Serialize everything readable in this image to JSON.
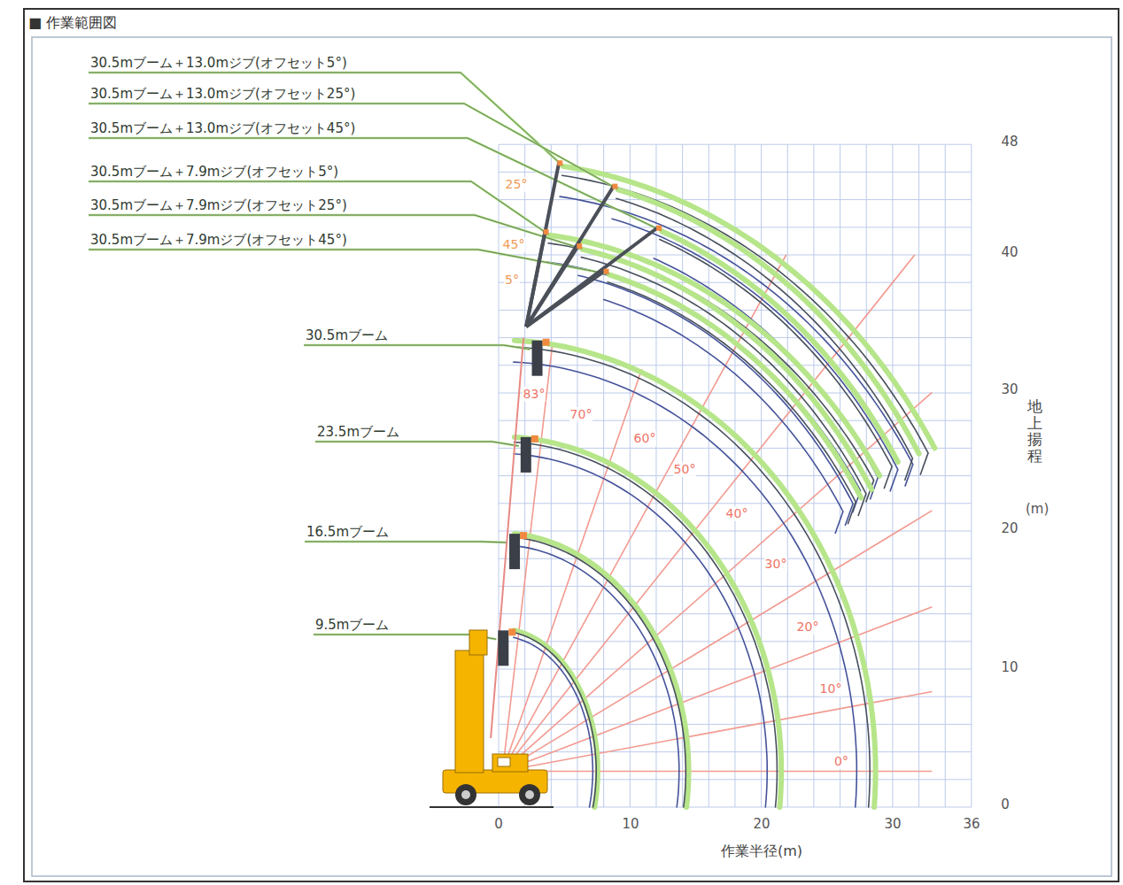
{
  "diagram": {
    "title": "■ 作業範囲図",
    "labels": [
      "30.5mブーム＋13.0mジブ(オフセット5°)",
      "30.5mブーム＋13.0mジブ(オフセット25°)",
      "30.5mブーム＋13.0mジブ(オフセット45°)",
      "30.5mブーム＋7.9mジブ(オフセット5°)",
      "30.5mブーム＋7.9mジブ(オフセット25°)",
      "30.5mブーム＋7.9mジブ(オフセット45°)",
      "30.5mブーム",
      "23.5mブーム",
      "16.5mブーム",
      "9.5mブーム",
      "25°",
      "45°",
      "5°",
      "83°",
      "70°",
      "60°",
      "50°",
      "40°",
      "30°",
      "20°",
      "10°",
      "0°",
      "48",
      "40",
      "30",
      "20",
      "10",
      "0",
      "0",
      "10",
      "20",
      "30",
      "36",
      "作業半径(m)",
      "地上揚程",
      "(m)"
    ]
  }
}
